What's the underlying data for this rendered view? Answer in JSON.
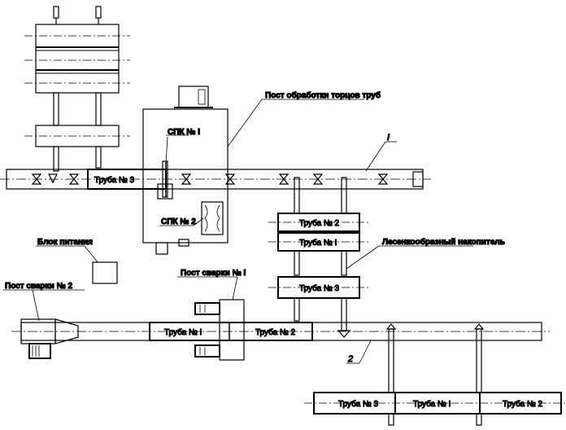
{
  "labels": {
    "end_processing_post": "Пост обработки торцов труб",
    "spk1": "СПК № I",
    "spk2": "СПК № 2",
    "power_unit": "Блок питания",
    "weld_post_2": "Пост сварки № 2",
    "weld_post_1": "Пост сварки № I",
    "storage": "Лесенкообразный накопитель",
    "line_1": "I",
    "line_2": "2"
  },
  "pipes": {
    "top_line": "Труба № 3",
    "stack_2": "Труба № 2",
    "stack_1": "Труба № I",
    "stack_3": "Труба № 3",
    "weld_1": "Труба № I",
    "weld_2": "Труба № 2",
    "bottom_3": "Труба № 3",
    "bottom_1": "Труба № I",
    "bottom_2": "Труба № 2"
  },
  "colors": {
    "stroke": "#000000",
    "background": "#ffffff"
  }
}
